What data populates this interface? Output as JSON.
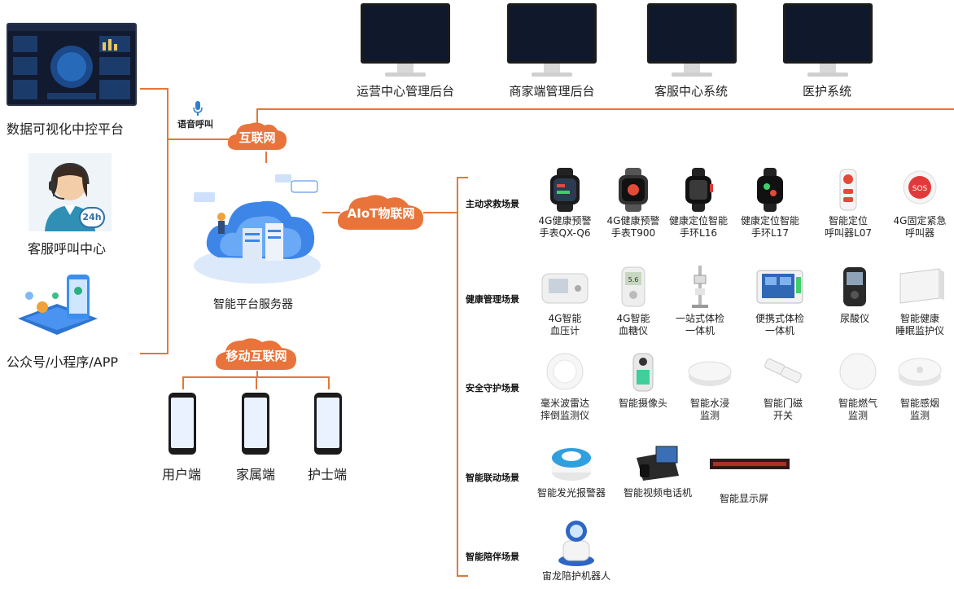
{
  "left_column": {
    "data_viz_label": "数据可视化中控平台",
    "call_center_label": "客服呼叫中心",
    "call_center_badge": "24h",
    "app_label": "公众号/小程序/APP"
  },
  "voice_call_label": "语音呼叫",
  "clouds": {
    "internet": "互联网",
    "aiot": "AIoT物联网",
    "mobile": "移动互联网"
  },
  "server_label": "智能平台服务器",
  "monitors": [
    "运营中心管理后台",
    "商家端管理后台",
    "客服中心系统",
    "医护系统"
  ],
  "mobile_ends": [
    "用户端",
    "家属端",
    "护士端"
  ],
  "scenes": [
    {
      "name": "主动求救场景",
      "devices": [
        {
          "line1": "4G健康预警",
          "line2": "手表QX-Q6",
          "icon": "watch-icon"
        },
        {
          "line1": "4G健康预警",
          "line2": "手表T900",
          "icon": "watch-icon"
        },
        {
          "line1": "健康定位智能",
          "line2": "手环L16",
          "icon": "band-icon"
        },
        {
          "line1": "健康定位智能",
          "line2": "手环L17",
          "icon": "band-icon"
        },
        {
          "line1": "智能定位",
          "line2": "呼叫器L07",
          "icon": "pager-icon"
        },
        {
          "line1": "4G固定紧急",
          "line2": "呼叫器",
          "icon": "sos-icon",
          "badge": "SOS"
        }
      ]
    },
    {
      "name": "健康管理场景",
      "devices": [
        {
          "line1": "4G智能",
          "line2": "血压计",
          "icon": "blood-pressure-icon"
        },
        {
          "line1": "4G智能",
          "line2": "血糖仪",
          "icon": "glucose-meter-icon",
          "badge": "5.6"
        },
        {
          "line1": "一站式体检",
          "line2": "一体机",
          "icon": "health-station-icon"
        },
        {
          "line1": "便携式体检",
          "line2": "一体机",
          "icon": "portable-checkup-icon"
        },
        {
          "line1": "尿酸仪",
          "line2": "",
          "icon": "uric-acid-meter-icon"
        },
        {
          "line1": "智能健康",
          "line2": "睡眠监护仪",
          "icon": "sleep-monitor-icon"
        }
      ]
    },
    {
      "name": "安全守护场景",
      "devices": [
        {
          "line1": "毫米波雷达",
          "line2": "摔倒监测仪",
          "icon": "radar-icon"
        },
        {
          "line1": "智能摄像头",
          "line2": "",
          "icon": "camera-icon"
        },
        {
          "line1": "智能水浸",
          "line2": "监测",
          "icon": "water-sensor-icon"
        },
        {
          "line1": "智能门磁",
          "line2": "开关",
          "icon": "door-sensor-icon"
        },
        {
          "line1": "智能燃气",
          "line2": "监测",
          "icon": "gas-sensor-icon"
        },
        {
          "line1": "智能感烟",
          "line2": "监测",
          "icon": "smoke-sensor-icon"
        }
      ]
    },
    {
      "name": "智能联动场景",
      "devices": [
        {
          "line1": "智能发光报警器",
          "line2": "",
          "icon": "alarm-light-icon"
        },
        {
          "line1": "智能视频电话机",
          "line2": "",
          "icon": "video-phone-icon"
        },
        {
          "line1": "智能显示屏",
          "line2": "",
          "icon": "led-display-icon"
        }
      ]
    },
    {
      "name": "智能陪伴场景",
      "devices": [
        {
          "line1": "宙龙陪护机器人",
          "line2": "",
          "icon": "robot-icon"
        }
      ]
    }
  ],
  "colors": {
    "accent": "#e2783a",
    "cloud": "#e8743b"
  }
}
